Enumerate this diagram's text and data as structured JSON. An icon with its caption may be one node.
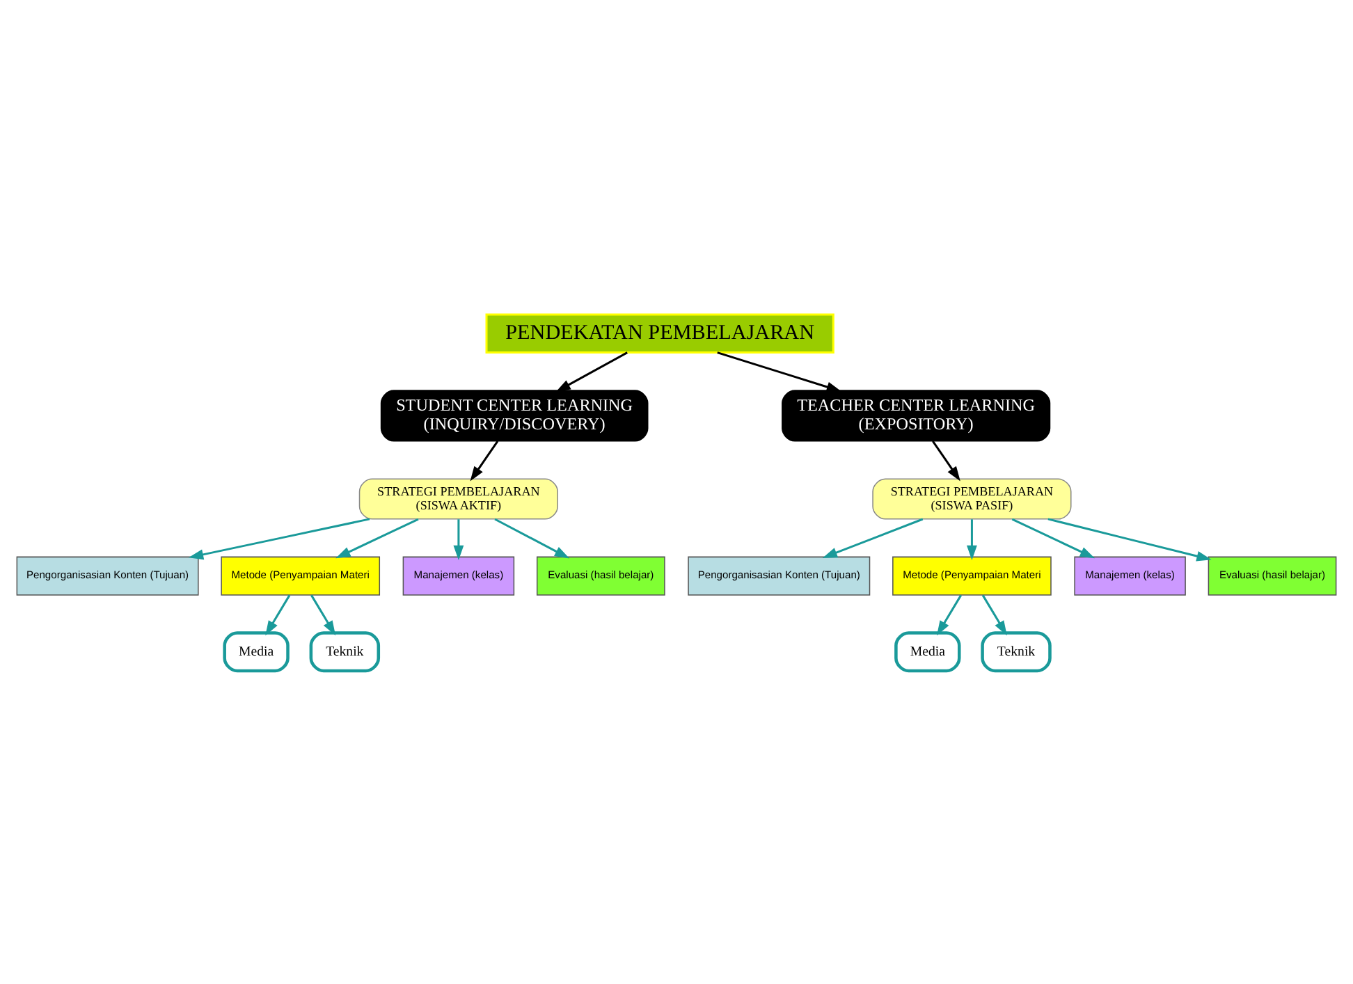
{
  "diagram": {
    "nodes": [
      {
        "text": [
          "PENDEKATAN PEMBELAJARAN"
        ]
      },
      {
        "text": [
          "STUDENT CENTER LEARNING",
          "(INQUIRY/DISCOVERY)"
        ]
      },
      {
        "text": [
          "TEACHER CENTER LEARNING",
          "(EXPOSITORY)"
        ]
      },
      {
        "text": [
          "STRATEGI PEMBELAJARAN",
          "(SISWA AKTIF)"
        ]
      },
      {
        "text": [
          "STRATEGI PEMBELAJARAN",
          "(SISWA PASIF)"
        ]
      },
      {
        "text": [
          "Pengorganisasian Konten (Tujuan)"
        ]
      },
      {
        "text": [
          "Metode (Penyampaian Materi"
        ]
      },
      {
        "text": [
          "Media"
        ]
      },
      {
        "text": [
          "Teknik"
        ]
      },
      {
        "text": [
          "Manajemen (kelas)"
        ]
      },
      {
        "text": [
          "Evaluasi (hasil belajar)"
        ]
      },
      {
        "text": [
          "Pengorganisasian Konten (Tujuan)"
        ]
      },
      {
        "text": [
          "Media"
        ]
      },
      {
        "text": [
          "Metode (Penyampaian Materi"
        ]
      },
      {
        "text": [
          "Teknik"
        ]
      },
      {
        "text": [
          "Manajemen (kelas)"
        ]
      },
      {
        "text": [
          "Evaluasi (hasil belajar)"
        ]
      }
    ],
    "edges": [
      {
        "from": 0,
        "to": 1,
        "arrow": "to",
        "color": "#000000"
      },
      {
        "from": 0,
        "to": 2,
        "arrow": "to",
        "color": "#000000"
      },
      {
        "from": 1,
        "to": 3,
        "arrow": "to",
        "color": "#000000"
      },
      {
        "from": 2,
        "to": 4,
        "arrow": "to",
        "color": "#000000"
      },
      {
        "from": 3,
        "to": 5,
        "arrow": "to"
      },
      {
        "from": 3,
        "to": 6,
        "arrow": "to"
      },
      {
        "from": 3,
        "to": 9,
        "arrow": "to"
      },
      {
        "from": 3,
        "to": 10,
        "arrow": "to"
      },
      {
        "from": 6,
        "to": 7,
        "arrow": "to"
      },
      {
        "from": 6,
        "to": 8,
        "arrow": "to"
      },
      {
        "from": 4,
        "to": 11,
        "arrow": "to"
      },
      {
        "from": 4,
        "to": 13,
        "arrow": "to"
      },
      {
        "from": 4,
        "to": 15,
        "arrow": "to"
      },
      {
        "from": 4,
        "to": 16,
        "arrow": "to"
      },
      {
        "from": 13,
        "to": 12,
        "arrow": "to"
      },
      {
        "from": 13,
        "to": 14,
        "arrow": "to"
      }
    ]
  }
}
